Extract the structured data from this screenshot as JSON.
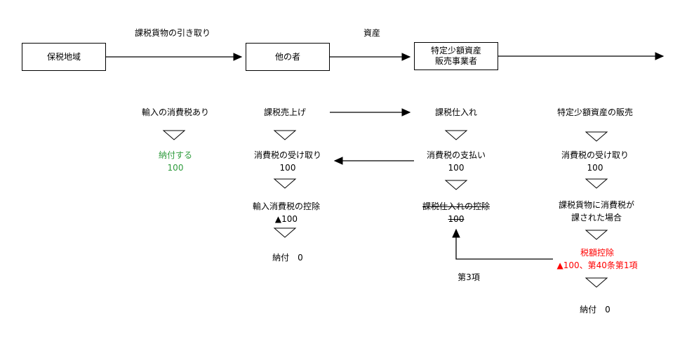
{
  "diagram": {
    "top_row": {
      "box1_label": "保税地域",
      "edge1_label": "課税貨物の引き取り",
      "box2_label": "他の者",
      "edge2_label": "資産",
      "box3_line1": "特定少額資産",
      "box3_line2": "販売事業者"
    },
    "col_import": {
      "header": "輸入の消費税あり",
      "pay_line1": "納付する",
      "pay_line2": "100"
    },
    "col_other": {
      "header": "課税売上げ",
      "receive_line1": "消費税の受け取り",
      "receive_line2": "100",
      "deduct_line1": "輸入消費税の控除",
      "deduct_line2": "▲100",
      "result": "納付　0"
    },
    "col_dealer": {
      "header": "課税仕入れ",
      "pay_line1": "消費税の支払い",
      "pay_line2": "100",
      "deduct_line1": "課税仕入れの控除",
      "deduct_line2": "100",
      "note": "第3項"
    },
    "col_sale": {
      "header": "特定少額資産の販売",
      "receive_line1": "消費税の受け取り",
      "receive_line2": "100",
      "cond_line1": "課税貨物に消費税が",
      "cond_line2": "課された場合",
      "deduct_line1": "税額控除",
      "deduct_line2": "▲100、第40条第1項",
      "result": "納付　0"
    },
    "colors": {
      "positive_green": "#2e9b3c",
      "alert_red": "#ff0000",
      "line_black": "#000000"
    }
  }
}
